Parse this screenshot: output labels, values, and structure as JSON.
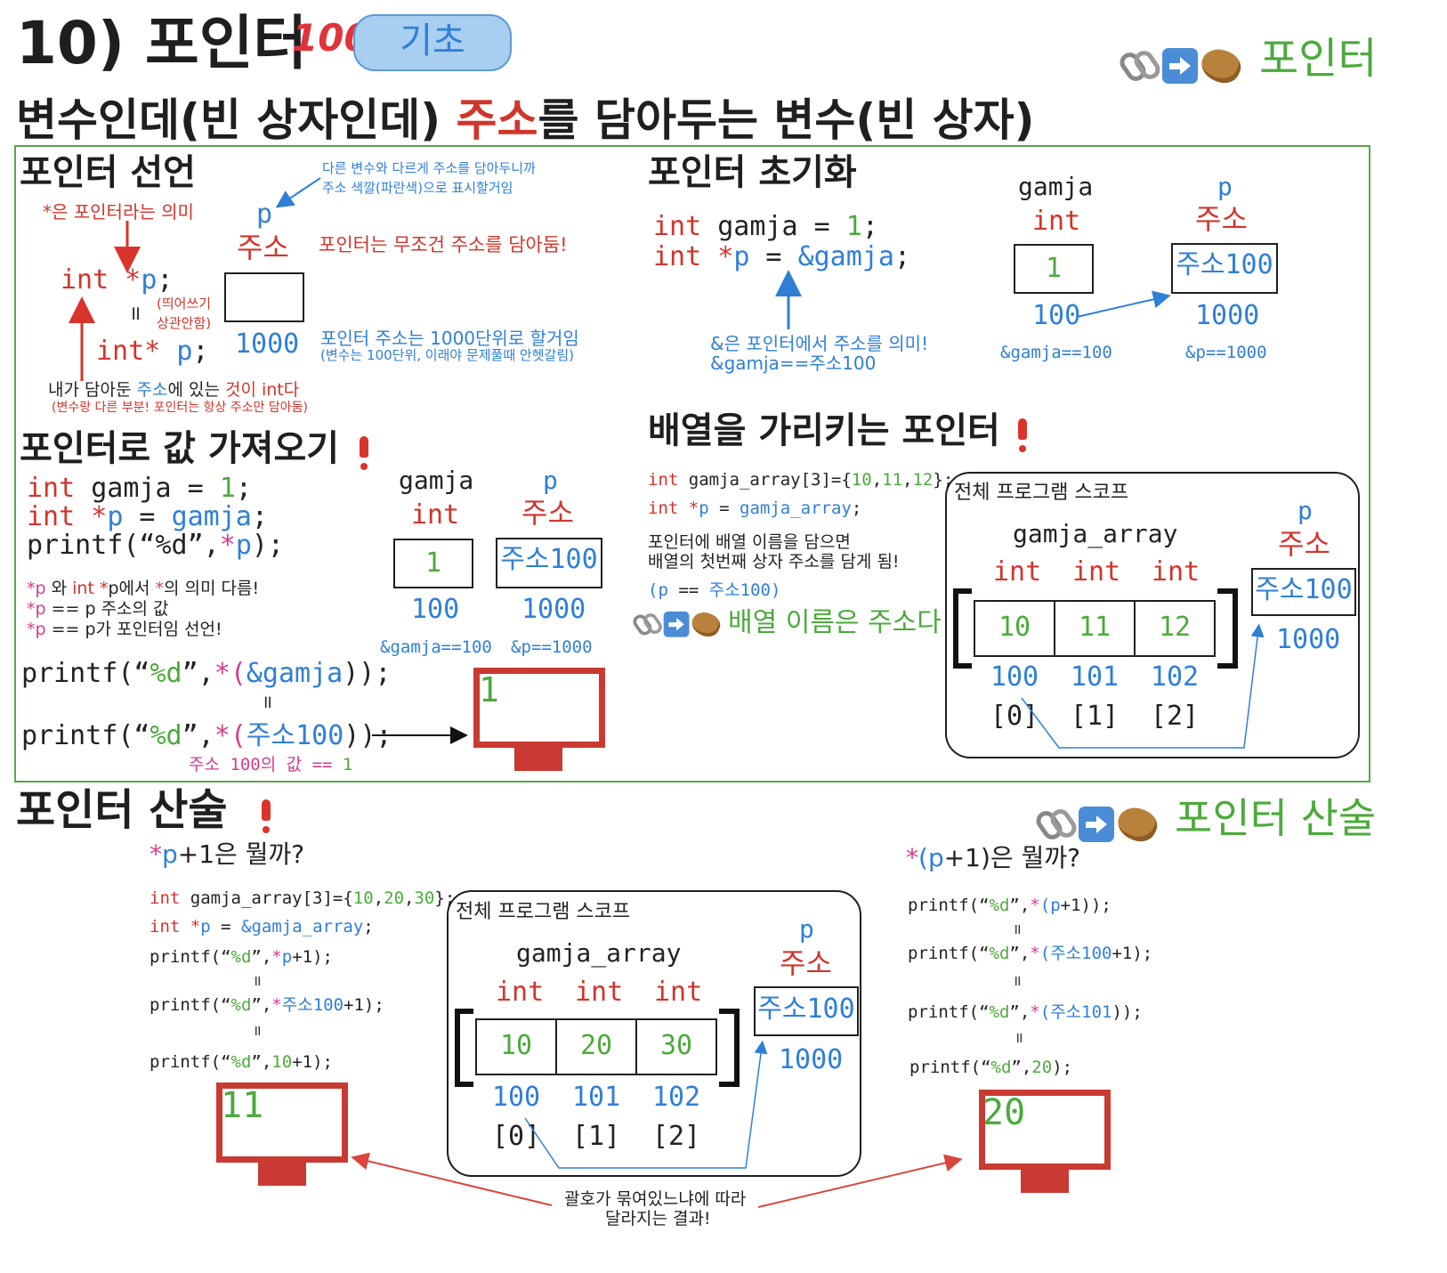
{
  "header": {
    "title": "10) 포인터",
    "hundred_mark": "💯",
    "badge": "기초",
    "emoji_chain": "🔗➡️🥔",
    "topic_link": "포인터",
    "subtitle_a": "변수인데(빈 상자인데) ",
    "subtitle_b": "주소",
    "subtitle_c": "를 담아두는 변수(빈 상자)"
  },
  "declare": {
    "heading": "포인터 선언",
    "note_top": [
      "다른 변수와 다르게 주소를 담아두니까",
      "주소 색깔(파란색)으로 표시할거임"
    ],
    "star_note": "*은 포인터라는 의미",
    "p_label": "p",
    "addr_label": "주소",
    "always_note": "포인터는 무조건 주소를 담아둠!",
    "code1_a": "int",
    "code1_b": " *",
    "code1_c": "p",
    "code1_d": ";",
    "eq_mark": "॥",
    "spacing_note": [
      "(띄어쓰기",
      "상관안함)"
    ],
    "code2_a": "int",
    "code2_b": "* ",
    "code2_c": "p",
    "code2_d": ";",
    "p_addr": "1000",
    "unit_note_1": "포인터 주소는 1000단위로 할거임",
    "unit_note_2": "(변수는 100단위, 이래야 문제풀때 안헷갈림)",
    "bottom_1a": "내가 담아둔 ",
    "bottom_1b": "주소",
    "bottom_1c": "에 있는 ",
    "bottom_1d": "것이 int다",
    "bottom_2": "(변수랑 다른 부분! 포인터는 항상 주소만 담아둠)"
  },
  "init": {
    "heading": "포인터 초기화",
    "line1": [
      "int",
      " gamja = ",
      "1",
      ";"
    ],
    "line2": [
      "int",
      " *",
      "p",
      " = ",
      "&gamja",
      ";"
    ],
    "note_1": "&은 포인터에서 주소를 의미!",
    "note_2": "&gamja==주소100",
    "var_name": "gamja",
    "var_type": "int",
    "var_value": "1",
    "var_addr": "100",
    "var_ref": "&gamja==100",
    "ptr_name": "p",
    "ptr_type": "주소",
    "ptr_value": "주소100",
    "ptr_addr": "1000",
    "ptr_ref": "&p==1000"
  },
  "deref": {
    "heading": "포인터로 값 가져오기",
    "line1": [
      "int",
      " gamja = ",
      "1",
      ";"
    ],
    "line2": [
      "int",
      " *",
      "p",
      " = ",
      "gamja",
      ";"
    ],
    "line3": [
      "printf(“",
      "%d",
      "”,",
      "*",
      "",
      "p",
      ");"
    ],
    "note_1": [
      "*p",
      " 와 ",
      "int",
      " *",
      "p에서 ",
      "*",
      "의 의미 다름!"
    ],
    "note_2": [
      "*p",
      " == p 주소의 값"
    ],
    "note_3": [
      "*p",
      " == p가 포인터임 선언!"
    ],
    "line4": [
      "printf(“",
      "%d",
      "”,",
      "*",
      "(",
      "&gamja",
      "));"
    ],
    "eq_mark": "॥",
    "line5": [
      "printf(“",
      "%d",
      "”,",
      "*",
      "(",
      "주소100",
      "));"
    ],
    "result_note": [
      "주소 100의 값 ",
      "== ",
      "1"
    ],
    "output": "1",
    "var_name": "gamja",
    "var_type": "int",
    "var_value": "1",
    "var_addr": "100",
    "var_ref": "&gamja==100",
    "ptr_name": "p",
    "ptr_type": "주소",
    "ptr_value": "주소100",
    "ptr_addr": "1000",
    "ptr_ref": "&p==1000"
  },
  "array_ptr": {
    "heading": "배열을 가리키는 포인터",
    "line1": [
      "int",
      " gamja_array[3]={",
      "10",
      ",",
      "11",
      ",",
      "12",
      "};"
    ],
    "line2": [
      "int",
      " *",
      "p",
      " = ",
      "gamja_array",
      ";"
    ],
    "note_1": "포인터에 배열 이름을 담으면",
    "note_2": "배열의 첫번째 상자 주소를 담게 됨!",
    "note_3": [
      "(",
      "p",
      " == ",
      "주소100",
      ")"
    ],
    "emoji_chain": "🔗➡️🥔",
    "link_text": "배열 이름은 주소다",
    "scope_label": "전체 프로그램 스코프",
    "array_name": "gamja_array",
    "types": [
      "int",
      "int",
      "int"
    ],
    "values": [
      "10",
      "11",
      "12"
    ],
    "addrs": [
      "100",
      "101",
      "102"
    ],
    "indexes": [
      "[0]",
      "[1]",
      "[2]"
    ],
    "ptr_name": "p",
    "ptr_type": "주소",
    "ptr_value": "주소100",
    "ptr_addr": "1000"
  },
  "arith": {
    "heading": "포인터 산술",
    "emoji_chain": "🔗➡️🥔",
    "link_text": "포인터 산술",
    "left_q": [
      "*",
      "p",
      "+1은 뭘까?"
    ],
    "left_l1": [
      "int",
      " gamja_array[3]={",
      "10",
      ",",
      "20",
      ",",
      "30",
      "};"
    ],
    "left_l2": [
      "int",
      " *",
      "p",
      " = ",
      "&gamja_array",
      ";"
    ],
    "left_l3": [
      "printf(“",
      "%d",
      "”,",
      "*",
      "p",
      "+1);"
    ],
    "left_l4": [
      "printf(“",
      "%d",
      "”,",
      "*",
      "주소100",
      "+1);"
    ],
    "left_l5": [
      "printf(“",
      "%d",
      "”,",
      "10",
      "+1);"
    ],
    "left_out": "11",
    "eq_mark": "॥",
    "scope_label": "전체 프로그램 스코프",
    "array_name": "gamja_array",
    "types": [
      "int",
      "int",
      "int"
    ],
    "values": [
      "10",
      "20",
      "30"
    ],
    "addrs": [
      "100",
      "101",
      "102"
    ],
    "indexes": [
      "[0]",
      "[1]",
      "[2]"
    ],
    "ptr_name": "p",
    "ptr_type": "주소",
    "ptr_value": "주소100",
    "ptr_addr": "1000",
    "right_q": [
      "*",
      "(",
      "p",
      "+1)은 뭘까?"
    ],
    "right_l1": [
      "printf(“",
      "%d",
      "”,",
      "*",
      "(",
      "p",
      "+1));"
    ],
    "right_l2": [
      "printf(“",
      "%d",
      "”,",
      "*",
      "(",
      "주소100",
      "+1);"
    ],
    "right_l3": [
      "printf(“",
      "%d",
      "”,",
      "*",
      "(",
      "주소101",
      "));"
    ],
    "right_l4": [
      "printf(“",
      "%d",
      "”,",
      "20",
      ");"
    ],
    "right_out": "20",
    "bottom_note_1": "괄호가 묶여있느냐에 따라",
    "bottom_note_2": "달라지는 결과!"
  },
  "colors": {
    "keyword": "#d0352b",
    "address": "#2f7fd6",
    "value": "#4caa3c",
    "accent": "#d63c8f",
    "frame": "#5aa64a",
    "monitor": "#c93a32"
  }
}
